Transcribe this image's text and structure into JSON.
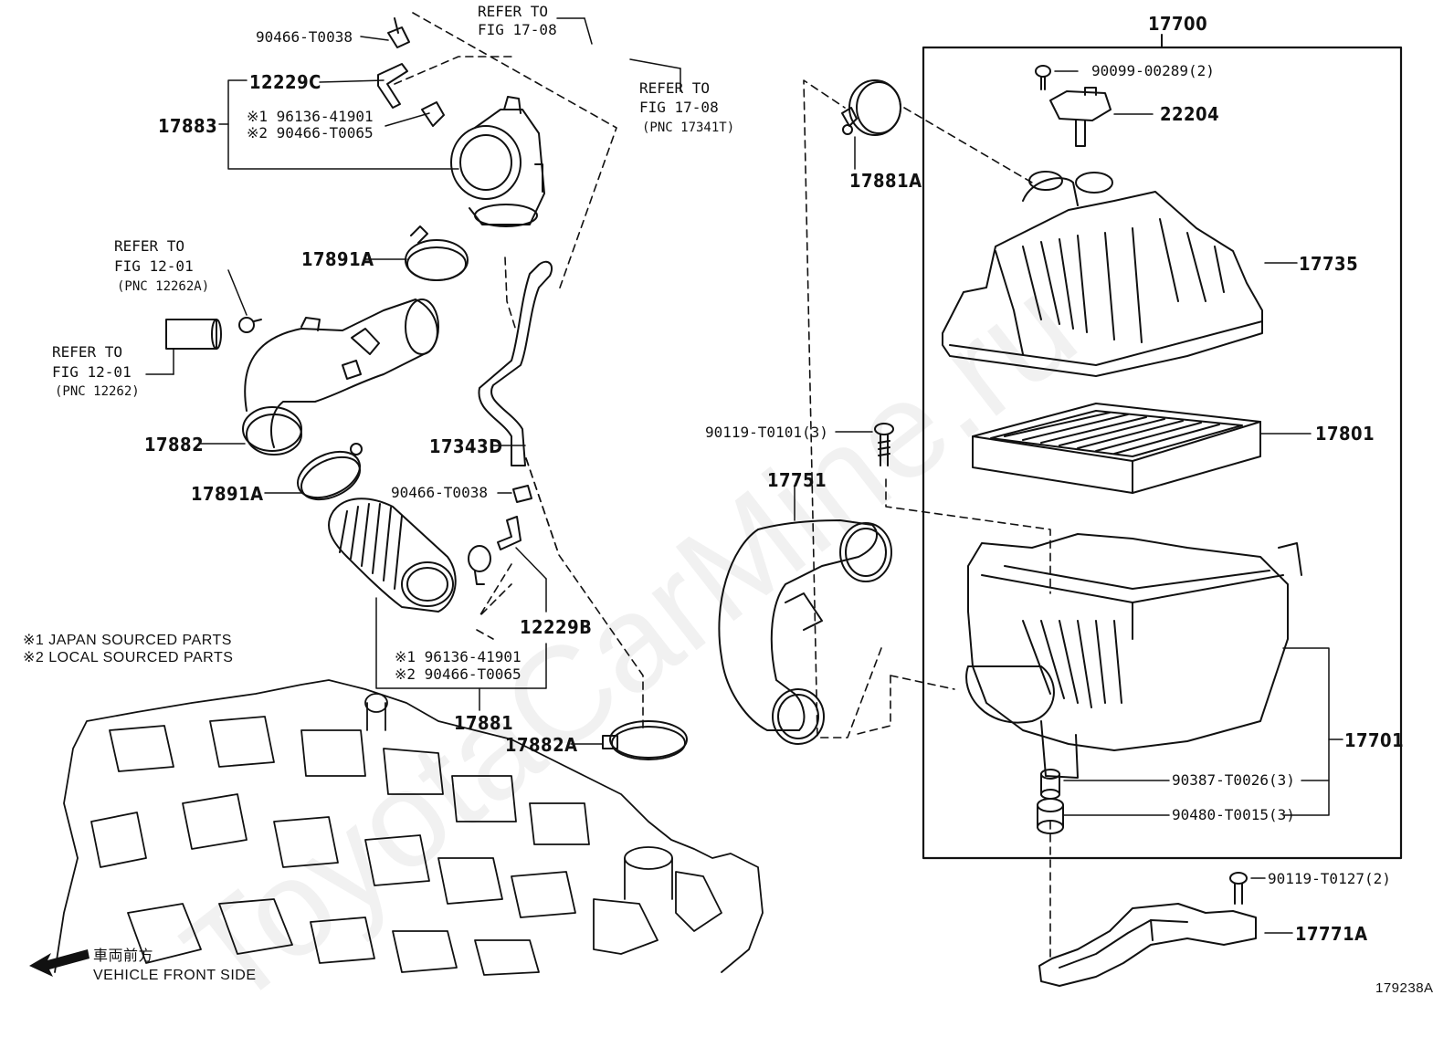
{
  "diagram_id": "179238A",
  "watermark": "ToyotaCarMine.ru",
  "notes": {
    "japan": "※1 JAPAN SOURCED PARTS",
    "local": "※2 LOCAL SOURCED PARTS"
  },
  "direction": {
    "jp": "車両前方",
    "en": "VEHICLE FRONT SIDE"
  },
  "refs": {
    "r1708_top_a": "REFER TO",
    "r1708_top_b": "FIG 17-08",
    "r1708_a": "REFER TO",
    "r1708_b": "FIG 17-08",
    "r1708_c": "(PNC 17341T)",
    "r1201a_a": "REFER TO",
    "r1201a_b": "FIG 12-01",
    "r1201a_c": "(PNC 12262A)",
    "r1201_a": "REFER TO",
    "r1201_b": "FIG 12-01",
    "r1201_c": "(PNC 12262)"
  },
  "parts": {
    "p17700": "17700",
    "p90099": "90099-00289(2)",
    "p22204": "22204",
    "p17881A": "17881A",
    "p17735": "17735",
    "p90119a": "90119-T0101(3)",
    "p17801": "17801",
    "p17751": "17751",
    "p17701": "17701",
    "p90387": "90387-T0026(3)",
    "p90480": "90480-T0015(3)",
    "p90119b": "90119-T0127(2)",
    "p17771A": "17771A",
    "p90466_top": "90466-T0038",
    "p12229C": "12229C",
    "p17883": "17883",
    "p961_top": "※1 96136-41901",
    "p904_top": "※2 90466-T0065",
    "p17891A_top": "17891A",
    "p17882": "17882",
    "p17891A_bot": "17891A",
    "p17343D": "17343D",
    "p90466_mid": "90466-T0038",
    "p12229B": "12229B",
    "p961_bot": "※1 96136-41901",
    "p904_bot": "※2 90466-T0065",
    "p17881": "17881",
    "p17882A": "17882A"
  }
}
